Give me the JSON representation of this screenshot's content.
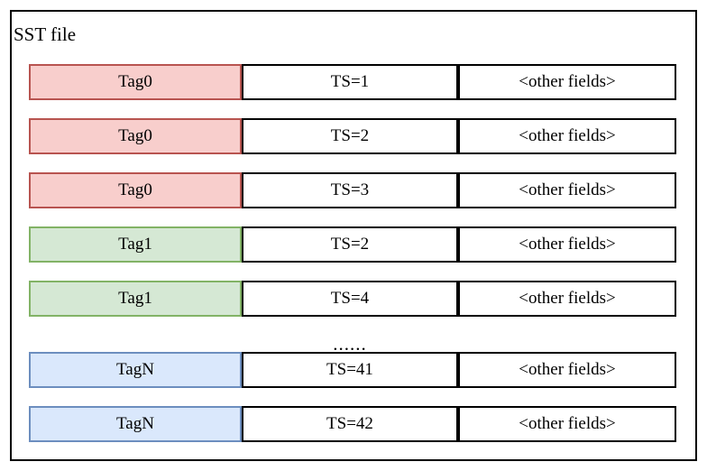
{
  "diagram": {
    "title": "SST file",
    "colors": {
      "red": {
        "fill": "#f8cecc",
        "stroke": "#b85450"
      },
      "green": {
        "fill": "#d5e8d4",
        "stroke": "#82b366"
      },
      "blue": {
        "fill": "#dae8fc",
        "stroke": "#6c8ebf"
      },
      "plain_border": "#000000",
      "frame_border": "#000000"
    },
    "rows": [
      {
        "tag": "Tag0",
        "ts": "TS=1",
        "other": "<other fields>",
        "color": "red"
      },
      {
        "tag": "Tag0",
        "ts": "TS=2",
        "other": "<other fields>",
        "color": "red"
      },
      {
        "tag": "Tag0",
        "ts": "TS=3",
        "other": "<other fields>",
        "color": "red"
      },
      {
        "tag": "Tag1",
        "ts": "TS=2",
        "other": "<other fields>",
        "color": "green"
      },
      {
        "tag": "Tag1",
        "ts": "TS=4",
        "other": "<other fields>",
        "color": "green"
      },
      {
        "divider": "......"
      },
      {
        "tag": "TagN",
        "ts": "TS=41",
        "other": "<other fields>",
        "color": "blue"
      },
      {
        "tag": "TagN",
        "ts": "TS=42",
        "other": "<other fields>",
        "color": "blue"
      }
    ]
  }
}
